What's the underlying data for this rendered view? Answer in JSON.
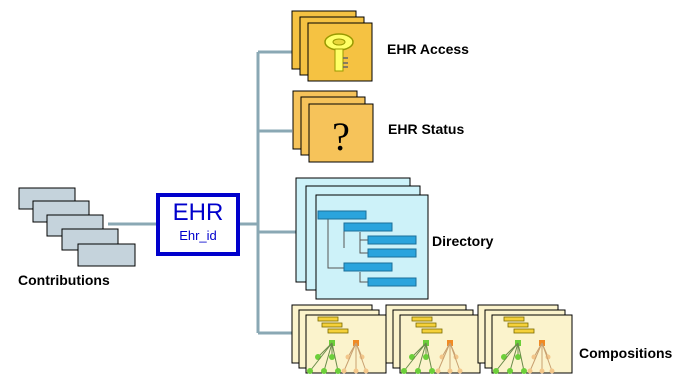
{
  "labels": {
    "ehr_title": "EHR",
    "ehr_id": "Ehr_id",
    "contributions": "Contributions",
    "ehr_access": "EHR Access",
    "ehr_status": "EHR Status",
    "directory": "Directory",
    "compositions": "Compositions",
    "status_symbol": "?"
  },
  "colors": {
    "ehr_box_border": "#0000cc",
    "ehr_text": "#0000cc",
    "connector": "#8aa8b4",
    "contribution_fill": "#c5d3dc",
    "access_fill": "#f5c242",
    "status_fill": "#f6c35a",
    "directory_fill": "#cdf2f9",
    "directory_bars": "#2aa4dd",
    "composition_fill": "#fbf3cc",
    "key_fill": "#ffff66"
  },
  "icons": {
    "access": "key-icon",
    "status": "question-mark-icon",
    "directory": "hierarchy-bars-icon",
    "compositions": "tree-icon"
  },
  "composition_count": 3,
  "contribution_count": 5
}
